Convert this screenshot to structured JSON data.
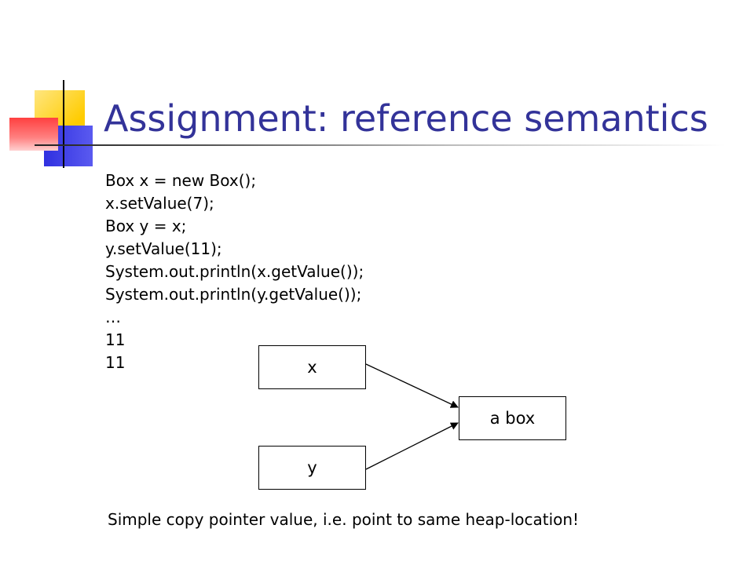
{
  "slide": {
    "title": "Assignment: reference semantics",
    "code_lines": [
      "Box x = new Box();",
      "x.setValue(7);",
      "Box y = x;",
      "y.setValue(11);",
      "System.out.println(x.getValue());",
      "System.out.println(y.getValue());",
      "…",
      "11",
      "11"
    ],
    "caption": "Simple copy pointer value, i.e. point to same heap-location!"
  },
  "diagram": {
    "nodes": {
      "x": "x",
      "y": "y",
      "a_box": "a box"
    },
    "edges": [
      {
        "from": "x",
        "to": "a box"
      },
      {
        "from": "y",
        "to": "a box"
      }
    ]
  },
  "colors": {
    "title": "#333399",
    "accent_yellow": "#ffcc00",
    "accent_blue": "#3030e0",
    "accent_red": "#ff4040"
  }
}
